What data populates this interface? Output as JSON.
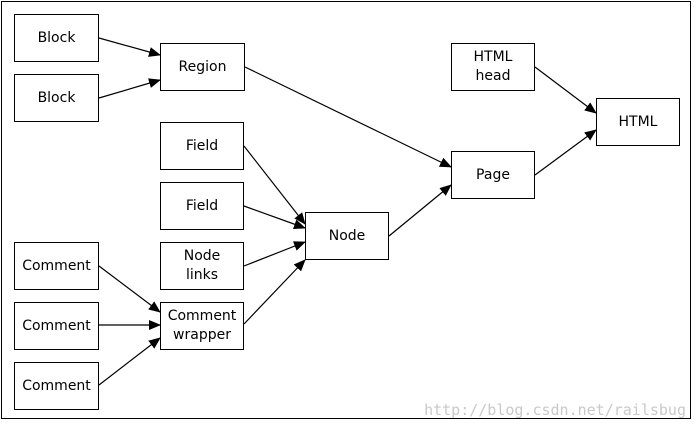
{
  "diagram": {
    "nodes": [
      {
        "id": "block1",
        "label": "Block"
      },
      {
        "id": "block2",
        "label": "Block"
      },
      {
        "id": "region",
        "label": "Region"
      },
      {
        "id": "field1",
        "label": "Field"
      },
      {
        "id": "field2",
        "label": "Field"
      },
      {
        "id": "nodelinks",
        "label": "Node\nlinks"
      },
      {
        "id": "comment1",
        "label": "Comment"
      },
      {
        "id": "comment2",
        "label": "Comment"
      },
      {
        "id": "comment3",
        "label": "Comment"
      },
      {
        "id": "commentwrapper",
        "label": "Comment\nwrapper"
      },
      {
        "id": "node",
        "label": "Node"
      },
      {
        "id": "page",
        "label": "Page"
      },
      {
        "id": "htmlhead",
        "label": "HTML\nhead"
      },
      {
        "id": "html",
        "label": "HTML"
      }
    ],
    "edges": [
      {
        "from": "block1",
        "to": "region"
      },
      {
        "from": "block2",
        "to": "region"
      },
      {
        "from": "region",
        "to": "page"
      },
      {
        "from": "field1",
        "to": "node"
      },
      {
        "from": "field2",
        "to": "node"
      },
      {
        "from": "nodelinks",
        "to": "node"
      },
      {
        "from": "commentwrapper",
        "to": "node"
      },
      {
        "from": "comment1",
        "to": "commentwrapper"
      },
      {
        "from": "comment2",
        "to": "commentwrapper"
      },
      {
        "from": "comment3",
        "to": "commentwrapper"
      },
      {
        "from": "node",
        "to": "page"
      },
      {
        "from": "page",
        "to": "html"
      },
      {
        "from": "htmlhead",
        "to": "html"
      }
    ]
  },
  "watermark": "http://blog.csdn.net/railsbug"
}
